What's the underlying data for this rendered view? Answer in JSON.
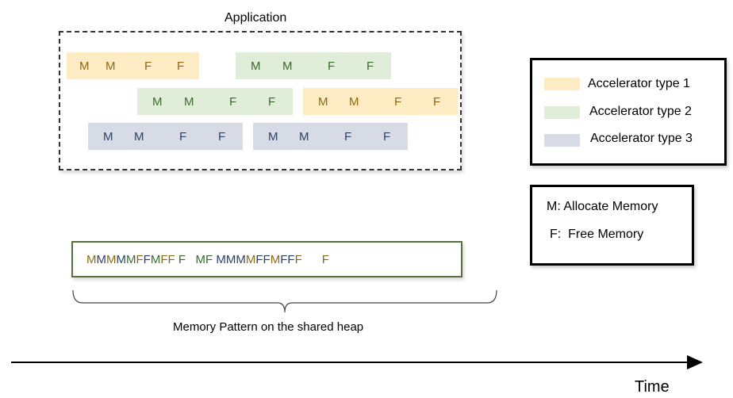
{
  "application": {
    "title": "Application",
    "row1": [
      {
        "type": 1,
        "letters": [
          "M",
          "M",
          "F",
          "F"
        ]
      },
      {
        "type": 2,
        "letters": [
          "M",
          "M",
          "F",
          "F"
        ]
      }
    ],
    "row2": [
      {
        "type": 2,
        "letters": [
          "M",
          "M",
          "F",
          "F"
        ]
      },
      {
        "type": 1,
        "letters": [
          "M",
          "M",
          "F",
          "F"
        ]
      }
    ],
    "row3": [
      {
        "type": 3,
        "letters": [
          "M",
          "M",
          "F",
          "F"
        ]
      },
      {
        "type": 3,
        "letters": [
          "M",
          "M",
          "F",
          "F"
        ]
      }
    ]
  },
  "legend": {
    "items": [
      {
        "label": "Accelerator type 1",
        "color": "#fdebc4"
      },
      {
        "label": "Accelerator type 2",
        "color": "#dfedd9"
      },
      {
        "label": "Accelerator type 3",
        "color": "#d6dbe6"
      }
    ]
  },
  "key": {
    "allocate": "M: Allocate Memory",
    "free": "F:  Free Memory"
  },
  "heap": {
    "sequence": [
      {
        "t": "M",
        "c": 1
      },
      {
        "t": "M",
        "c": 3
      },
      {
        "t": "M",
        "c": 1
      },
      {
        "t": "M",
        "c": 3
      },
      {
        "t": "M",
        "c": 2
      },
      {
        "t": "F",
        "c": 1
      },
      {
        "t": "F",
        "c": 3
      },
      {
        "t": "M",
        "c": 2
      },
      {
        "t": "F",
        "c": 1
      },
      {
        "t": "F",
        "c": 1
      },
      {
        "t": " F ",
        "c": 2
      },
      {
        "t": "  M",
        "c": 2
      },
      {
        "t": "F ",
        "c": 2
      },
      {
        "t": "M",
        "c": 3
      },
      {
        "t": "M",
        "c": 3
      },
      {
        "t": "M",
        "c": 3
      },
      {
        "t": "M",
        "c": 1
      },
      {
        "t": "F",
        "c": 3
      },
      {
        "t": "F",
        "c": 3
      },
      {
        "t": "M",
        "c": 1
      },
      {
        "t": "F",
        "c": 3
      },
      {
        "t": "F",
        "c": 3
      },
      {
        "t": "F",
        "c": 1
      },
      {
        "t": "      F",
        "c": 1
      }
    ],
    "caption": "Memory Pattern on the shared heap"
  },
  "axis": {
    "label": "Time"
  }
}
